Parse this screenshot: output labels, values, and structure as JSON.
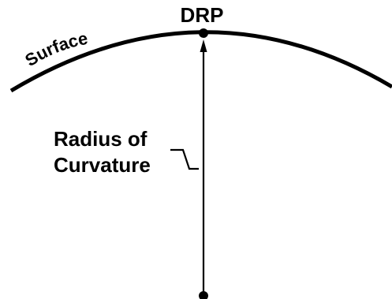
{
  "labels": {
    "drp": "DRP",
    "surface": "Surface",
    "radius_line1": "Radius of",
    "radius_line2": "Curvature"
  },
  "colors": {
    "ink": "#000000",
    "background": "#ffffff"
  }
}
